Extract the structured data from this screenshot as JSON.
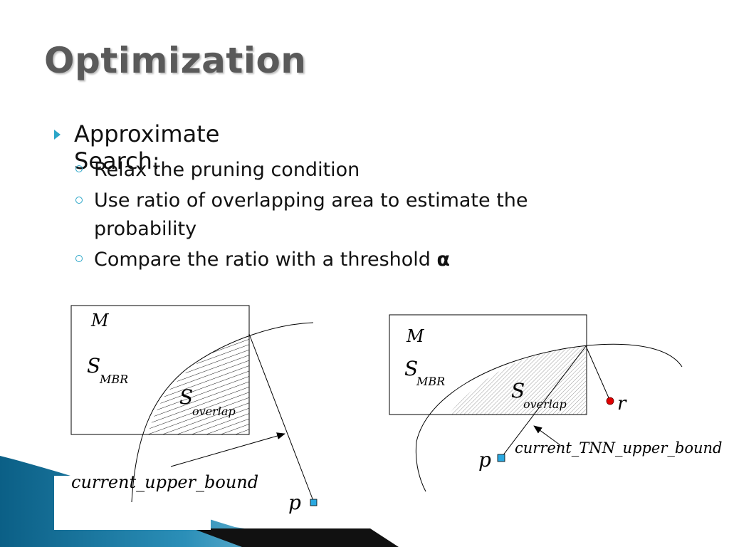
{
  "slide": {
    "title": "Optimization",
    "bullets": [
      {
        "text": "Approximate Search:",
        "sub": [
          {
            "text": "Relax the pruning condition"
          },
          {
            "text_line1": "Use ratio of overlapping area to estimate the",
            "text_line2": "probability"
          },
          {
            "text": "Compare the ratio with a threshold ",
            "symbol": "α"
          }
        ]
      }
    ]
  },
  "diagram_left": {
    "label_m": "M",
    "label_s": "S",
    "label_s_sub": "MBR",
    "label_overlap": "S",
    "label_overlap_sub": "overlap",
    "label_bound": "current_upper_bound",
    "label_p": "p"
  },
  "diagram_right": {
    "label_m": "M",
    "label_s": "S",
    "label_s_sub": "MBR",
    "label_overlap": "S",
    "label_overlap_sub": "overlap",
    "label_bound": "current_TNN_upper_bound",
    "label_p": "p",
    "label_r": "r"
  },
  "colors": {
    "accent": "#2ba6c8",
    "title": "#5a5a5a",
    "point_p": "#2aa8e0",
    "point_r": "#e00000"
  }
}
